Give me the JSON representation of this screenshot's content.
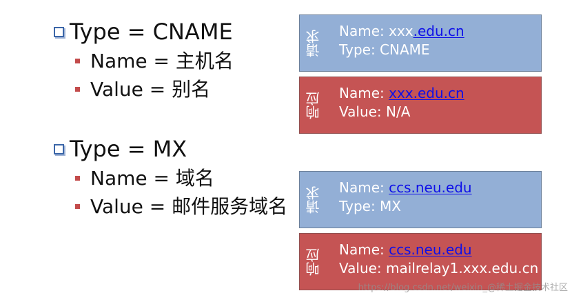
{
  "left": {
    "cname": {
      "title": "Type = CNAME",
      "name": "Name = 主机名",
      "value": "Value = 别名"
    },
    "mx": {
      "title": "Type = MX",
      "name": "Name = 域名",
      "value": "Value = 邮件服务域名"
    }
  },
  "boxes": {
    "cname_request": {
      "side_label": "请求",
      "name_prefix": "Name: ",
      "name_plain": "xxx",
      "name_link": ".edu.cn",
      "type": "Type: CNAME"
    },
    "cname_response": {
      "side_label": "响应",
      "name_prefix": "Name: ",
      "name_link": "xxx.edu.cn",
      "value": "Value: N/A"
    },
    "mx_request": {
      "side_label": "请求",
      "name_prefix": "Name: ",
      "name_link": "ccs.neu.edu",
      "type": "Type: MX"
    },
    "mx_response": {
      "side_label": "响应",
      "name_prefix": "Name: ",
      "name_link": "ccs.neu.edu",
      "value": "Value: mailrelay1.xxx.edu.cn"
    }
  },
  "watermark": "https://blog.csdn.net/weixin_@稀土掘金技术社区",
  "colors": {
    "request_box": "#93afd6",
    "response_box": "#c55454",
    "link": "#0f10e8",
    "square_bullet": "#3b66a8",
    "sub_bullet": "#c34b4b"
  }
}
